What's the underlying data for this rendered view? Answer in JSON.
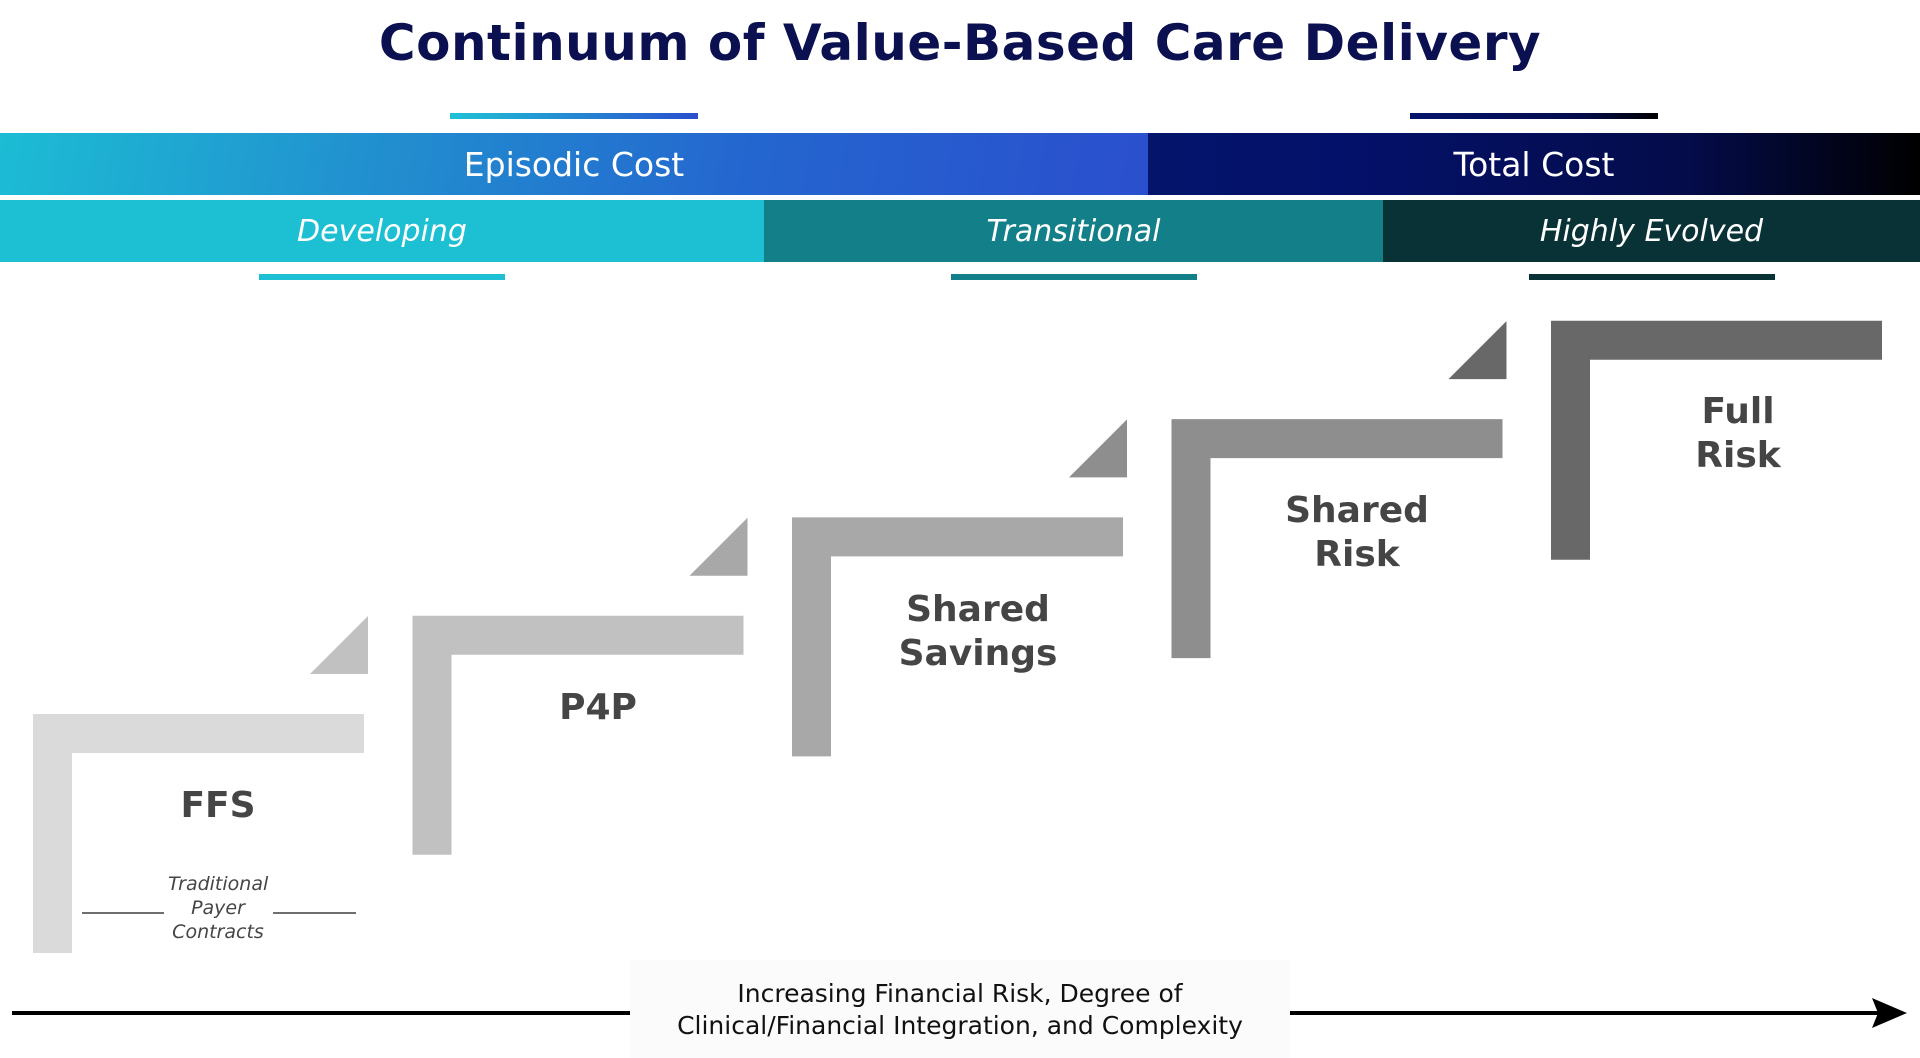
{
  "title": "Continuum of Value-Based Care Delivery",
  "cost_bands": [
    {
      "label": "Episodic Cost"
    },
    {
      "label": "Total Cost"
    }
  ],
  "maturity_bands": [
    {
      "label": "Developing",
      "color": "#1dbfd2"
    },
    {
      "label": "Transitional",
      "color": "#137f89"
    },
    {
      "label": "Highly Evolved",
      "color": "#093237"
    }
  ],
  "steps": [
    {
      "label": "FFS",
      "color": "#dadada",
      "sublabel": "Traditional Payer Contracts"
    },
    {
      "label": "P4P",
      "color": "#c1c1c1"
    },
    {
      "label": "Shared Savings",
      "color": "#a8a8a8"
    },
    {
      "label": "Shared Risk",
      "color": "#8e8e8e"
    },
    {
      "label": "Full Risk",
      "color": "#686868"
    }
  ],
  "axis": {
    "caption": "Increasing Financial Risk, Degree of Clinical/Financial Integration, and Complexity",
    "caption_line1": "Increasing Financial Risk, Degree of",
    "caption_line2": "Clinical/Financial Integration, and Complexity",
    "direction": "left-to-right"
  },
  "colors": {
    "title": "#0b1150",
    "step_text": "#454545"
  }
}
